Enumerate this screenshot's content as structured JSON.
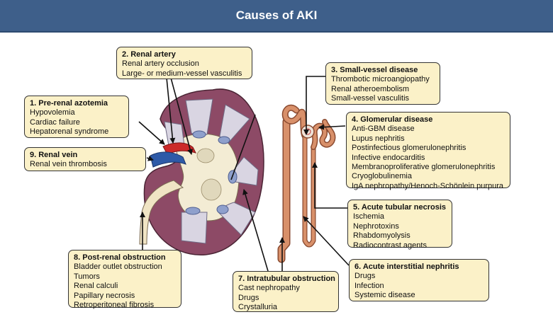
{
  "title": "Causes of AKI",
  "colors": {
    "header": "#3e5f8a",
    "box": "#fbf1c8",
    "kidney": "#8d4a66",
    "artery": "#cc2a2a",
    "vein": "#2e5aa8",
    "tubule": "#d8906a"
  },
  "boxes": {
    "pre_renal": {
      "title": "1. Pre-renal azotemia",
      "items": [
        "Hypovolemia",
        "Cardiac failure",
        "Hepatorenal syndrome"
      ]
    },
    "renal_artery": {
      "title": "2. Renal artery",
      "items": [
        "Renal artery occlusion",
        "Large- or medium-vessel vasculitis"
      ]
    },
    "small_vessel": {
      "title": "3. Small-vessel disease",
      "items": [
        "Thrombotic microangiopathy",
        "Renal atheroembolism",
        "Small-vessel vasculitis"
      ]
    },
    "glomerular": {
      "title": "4. Glomerular disease",
      "items": [
        "Anti-GBM disease",
        "Lupus nephritis",
        "Postinfectious glomerulonephritis",
        "Infective endocarditis",
        "Membranoproliferative glomerulonephritis",
        "Cryoglobulinemia",
        "IgA nephropathy/Henoch-Schönlein purpura"
      ]
    },
    "atn": {
      "title": "5. Acute tubular necrosis",
      "items": [
        "Ischemia",
        "Nephrotoxins",
        "Rhabdomyolysis",
        "Radiocontrast agents"
      ]
    },
    "ain": {
      "title": "6. Acute interstitial nephritis",
      "items": [
        "Drugs",
        "Infection",
        "Systemic disease"
      ]
    },
    "intratubular": {
      "title": "7. Intratubular obstruction",
      "items": [
        "Cast nephropathy",
        "Drugs",
        "Crystalluria"
      ]
    },
    "post_renal": {
      "title": "8. Post-renal obstruction",
      "items": [
        "Bladder outlet obstruction",
        "Tumors",
        "Renal calculi",
        "Papillary necrosis",
        "Retroperitoneal fibrosis"
      ]
    },
    "renal_vein": {
      "title": "9. Renal vein",
      "items": [
        "Renal vein thrombosis"
      ]
    }
  }
}
